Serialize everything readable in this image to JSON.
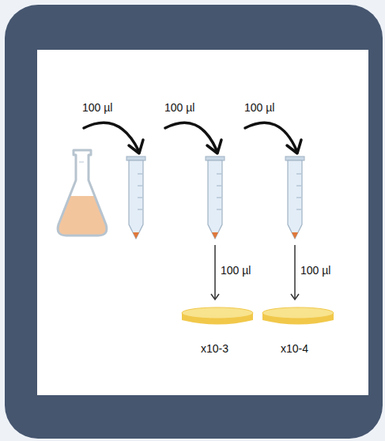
{
  "diagram": {
    "labels": [
      "100 µl",
      "100 µl",
      "100 µl",
      "100 µl",
      "100 µl",
      "x10-3",
      "x10-4"
    ]
  }
}
